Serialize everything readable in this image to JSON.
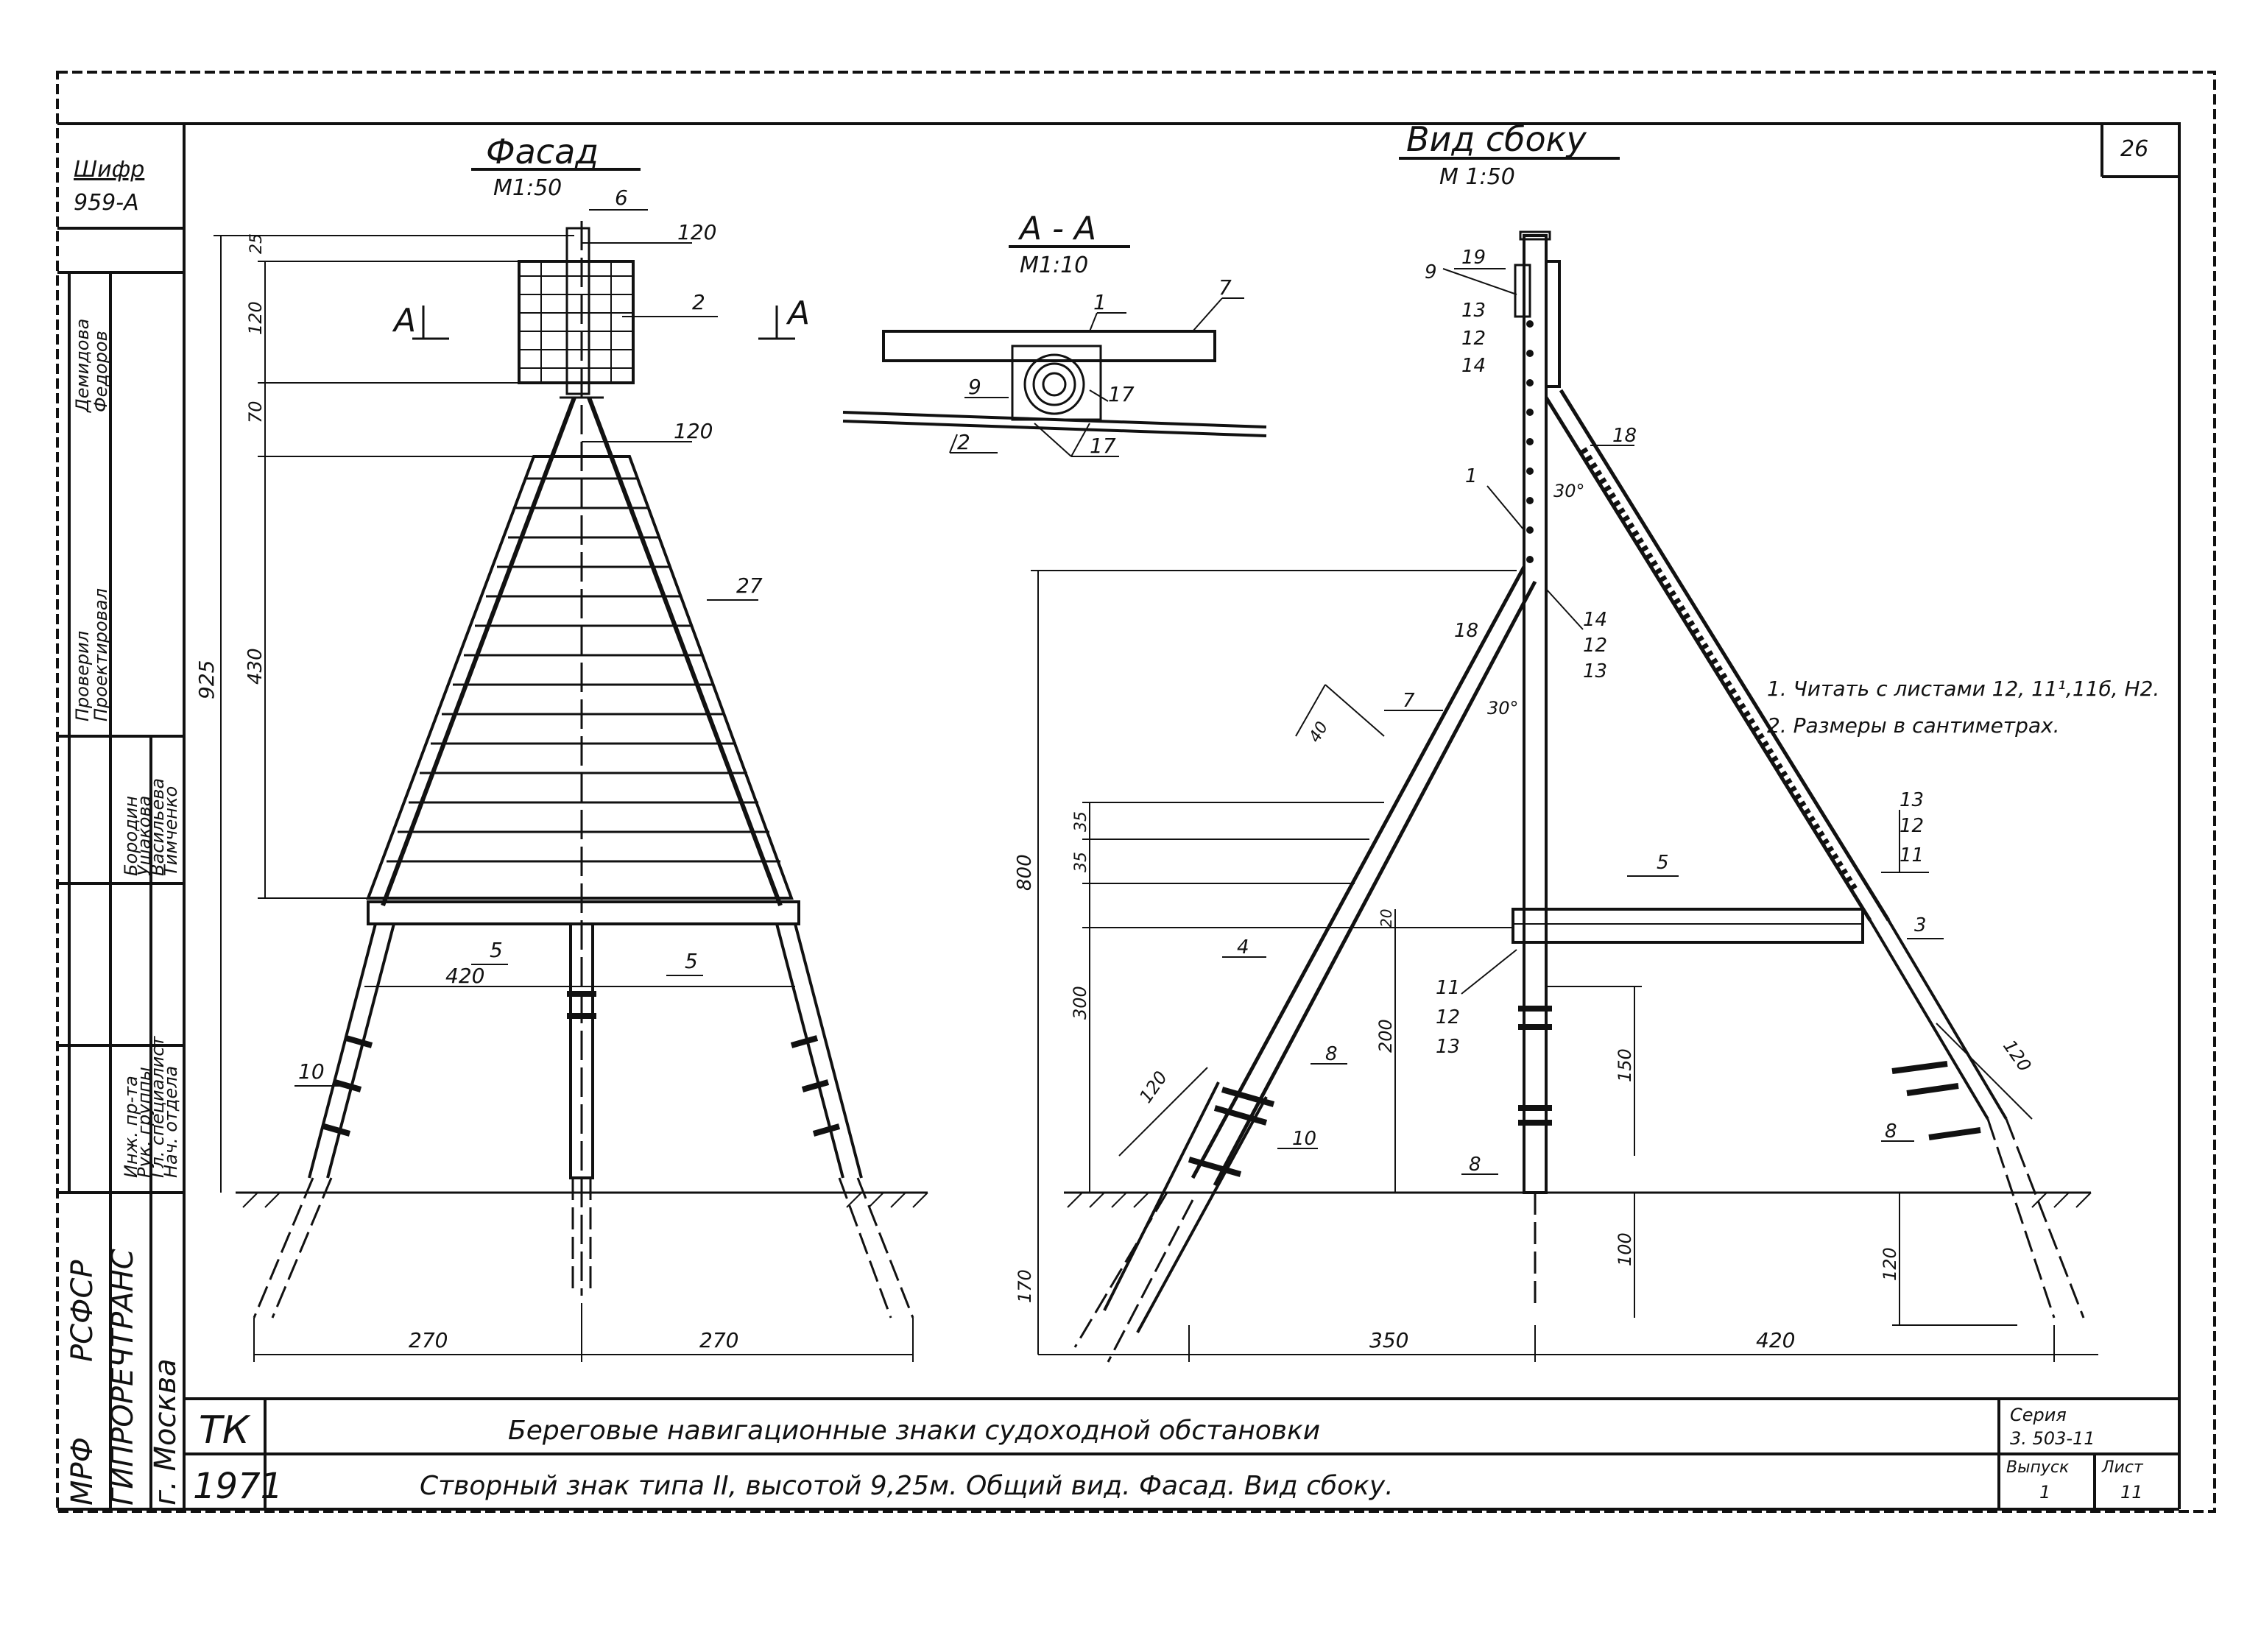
{
  "sheet": {
    "sheet_number": "26",
    "cipher_label": "Шифр",
    "cipher_value": "959-А",
    "notes": [
      "1. Читать с листами 12, 11¹,11б, Н2.",
      "2. Размеры в сантиметрах."
    ]
  },
  "views": {
    "facade": {
      "title": "Фасад",
      "scale": "М1:50"
    },
    "side": {
      "title": "Вид сбоку",
      "scale": "М 1:50"
    },
    "section": {
      "title": "А - А",
      "scale": "М1:10",
      "cut_label": "А"
    }
  },
  "facade_dims": {
    "total_height": "925",
    "d25": "25",
    "d120": "120",
    "d70": "70",
    "d430": "430",
    "top_width": "120",
    "mid_width": "120",
    "base_width": "420",
    "left_half": "270",
    "right_half": "270"
  },
  "side_dims": {
    "d800": "800",
    "d300": "300",
    "d200": "200",
    "d150": "150",
    "d100": "100",
    "d170": "170",
    "d120": "120",
    "d120b": "120",
    "d120c": "120",
    "d40": "40",
    "d35a": "35",
    "d35b": "35",
    "d20": "20",
    "left_base": "350",
    "right_base": "420",
    "angle_a": "30°",
    "angle_b": "30°"
  },
  "callouts": {
    "facade": [
      "6",
      "2",
      "27",
      "5",
      "5",
      "10"
    ],
    "section": [
      "1",
      "7",
      "9",
      "17",
      "2",
      "17"
    ],
    "side": [
      "19",
      "9",
      "13",
      "12",
      "14",
      "1",
      "18",
      "14",
      "12",
      "13",
      "18",
      "7",
      "4",
      "8",
      "10",
      "8",
      "5",
      "13",
      "12",
      "11",
      "3",
      "11",
      "12",
      "13",
      "8"
    ]
  },
  "title_block": {
    "org_left": "МРФ",
    "org_right": "РСФСР",
    "institute": "ГИПРОРЕЧТРАНС",
    "city": "г. Москва",
    "roles": [
      "Нач. отдела",
      "Гл. специалист",
      "Рук. группы",
      "Инж. пр-та",
      "Проверил",
      "Проектировал"
    ],
    "names": [
      "Тимченко",
      "Васильева",
      "Ушакова",
      "Бородин",
      "Демидова",
      "Федоров"
    ],
    "code": "ТК",
    "year": "1971",
    "title_line1": "Береговые навигационные знаки судоходной обстановки",
    "title_line2": "Створный знак типа II, высотой 9,25м. Общий вид. Фасад. Вид сбоку.",
    "series_label": "Серия",
    "series_value": "3. 503-11",
    "issue_label": "Выпуск",
    "issue_value": "1",
    "list_label": "Лист",
    "list_value": "11"
  }
}
